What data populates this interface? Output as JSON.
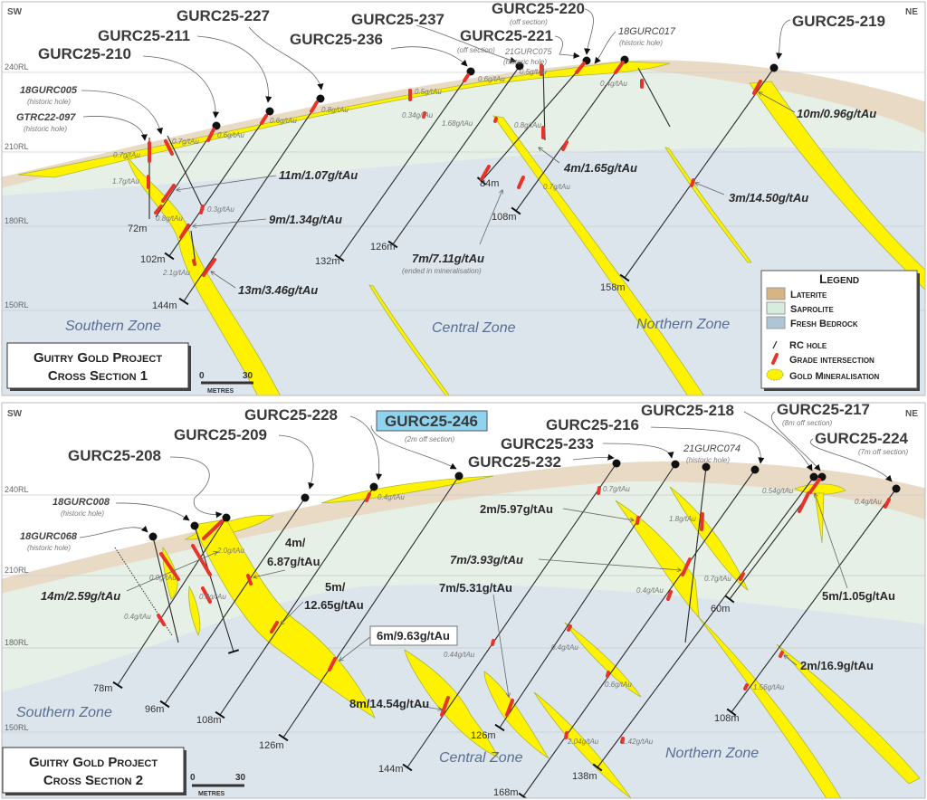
{
  "colors": {
    "laterite": "#e9dac6",
    "saprolite": "#e6f0e7",
    "bedrock": "#dce5ec",
    "mineralisation": "#fff200",
    "grade": "#e8332a",
    "rc_hole": "#2a2a2a"
  },
  "legend": {
    "title": "Legend",
    "laterite": "Laterite",
    "saprolite": "Saprolite",
    "bedrock": "Fresh Bedrock",
    "rc_hole": "RC hole",
    "grade": "Grade intersection",
    "gold": "Gold Mineralisation"
  },
  "s1": {
    "title1": "Guitry Gold Project",
    "title2": "Cross Section 1",
    "sw": "SW",
    "ne": "NE",
    "rl": [
      "240RL",
      "210RL",
      "180RL",
      "150RL"
    ],
    "zones": [
      "Southern Zone",
      "Central Zone",
      "Northern Zone"
    ],
    "scale": {
      "zero": "0",
      "max": "30",
      "unit": "METRES"
    },
    "holes": [
      {
        "name": "GURC25-210"
      },
      {
        "name": "GURC25-211"
      },
      {
        "name": "GURC25-227"
      },
      {
        "name": "GURC25-236"
      },
      {
        "name": "GURC25-237"
      },
      {
        "name": "GURC25-221",
        "note": "(off section)"
      },
      {
        "name": "GURC25-220",
        "note": "(off section)"
      },
      {
        "name": "21GURC075",
        "note": "(historic hole)"
      },
      {
        "name": "18GURC017",
        "note": "(historic hole)"
      },
      {
        "name": "GURC25-219"
      },
      {
        "name": "18GURC005",
        "note": "(historic hole)"
      },
      {
        "name": "GTRC22-097",
        "note": "(historic hole)"
      }
    ],
    "intercepts": [
      "10m/0.96g/tAu",
      "11m/1.07g/tAu",
      "4m/1.65g/tAu",
      "3m/14.50g/tAu",
      "9m/1.34g/tAu",
      "7m/7.11g/tAu",
      "13m/3.46g/tAu"
    ],
    "intercept_note": "(ended in mineralisation)",
    "grades": [
      "0.7g/tAu",
      "0.7g/tAu",
      "0.6g/tAu",
      "0.6g/tAu",
      "0.8g/tAu",
      "0.5g/tAu",
      "0.34g/tAu",
      "1.68g/tAu",
      "0.6g/tAu",
      "0.5g/tAu",
      "0.4g/tAu",
      "0.8g/tAu",
      "0.7g/tAu",
      "1.7g/tAu",
      "0.8g/tAu",
      "0.3g/tAu",
      "2.1g/tAu"
    ],
    "depths": [
      "72m",
      "102m",
      "144m",
      "132m",
      "126m",
      "84m",
      "108m",
      "158m"
    ]
  },
  "s2": {
    "title1": "Guitry Gold Project",
    "title2": "Cross Section 2",
    "sw": "SW",
    "ne": "NE",
    "rl": [
      "240RL",
      "210RL",
      "180RL",
      "150RL"
    ],
    "zones": [
      "Southern Zone",
      "Central Zone",
      "Northern Zone"
    ],
    "scale": {
      "zero": "0",
      "max": "30",
      "unit": "METRES"
    },
    "holes": [
      {
        "name": "GURC25-208"
      },
      {
        "name": "GURC25-209"
      },
      {
        "name": "GURC25-228"
      },
      {
        "name": "GURC25-246",
        "note": "(2m off section)"
      },
      {
        "name": "GURC25-232"
      },
      {
        "name": "GURC25-233"
      },
      {
        "name": "GURC25-216"
      },
      {
        "name": "GURC25-218"
      },
      {
        "name": "GURC25-217",
        "note": "(8m off section)"
      },
      {
        "name": "GURC25-224",
        "note": "(7m off section)"
      },
      {
        "name": "21GURC074",
        "note": "(historic hole)"
      },
      {
        "name": "18GURC008",
        "note": "(historic hole)"
      },
      {
        "name": "18GURC068",
        "note": "(historic hole)"
      }
    ],
    "intercepts": [
      "14m/2.59g/tAu",
      "4m/",
      "6.87g/tAu",
      "5m/",
      "12.65g/tAu",
      "6m/9.63g/tAu",
      "8m/14.54g/tAu",
      "7m/5.31g/tAu",
      "7m/3.93g/tAu",
      "2m/5.97g/tAu",
      "5m/1.05g/tAu",
      "2m/16.9g/tAu"
    ],
    "grades": [
      "0.4g/tAu",
      "2.0g/tAu",
      "0.9g/tAu",
      "0.8g/tAu",
      "0.4g/tAu",
      "0.7g/tAu",
      "1.8g/tAu",
      "0.54g/tAu",
      "0.4g/tAu",
      "0.7g/tAu",
      "0.4g/tAu",
      "0.44g/tAu",
      "0.4g/tAu",
      "0.6g/tAu",
      "1.56g/tAu",
      "2.04g/tAu",
      "1.42g/tAu"
    ],
    "depths": [
      "78m",
      "96m",
      "108m",
      "126m",
      "144m",
      "126m",
      "138m",
      "168m",
      "60m",
      "108m"
    ]
  }
}
